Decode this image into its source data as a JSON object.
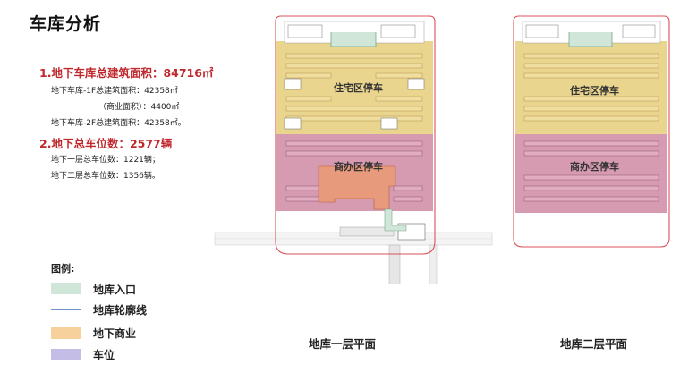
{
  "title": "车库分析",
  "stats": {
    "heading1": "1.地下车库总建筑面积：84716㎡",
    "line1": "地下车库-1F总建筑面积：42358㎡",
    "line2": "（商业面积）：4400㎡",
    "line3": "地下车库-2F总建筑面积：42358㎡。",
    "heading2": "2.地下总车位数：2577辆",
    "line4": "地下一层总车位数：1221辆；",
    "line5": "地下二层总车位数：1356辆。"
  },
  "legend": {
    "title": "图例:",
    "items": [
      {
        "label": "地库入口",
        "color": "#cfe6d9",
        "kind": "fill"
      },
      {
        "label": "地库轮廓线",
        "color": "#6f93c6",
        "kind": "line"
      },
      {
        "label": "地下商业",
        "color": "#f6d19b",
        "kind": "fill"
      },
      {
        "label": "车位",
        "color": "#c4bde6",
        "kind": "fill"
      }
    ]
  },
  "plans": {
    "b1": {
      "title": "地库一层平面",
      "residential_label": "住宅区停车",
      "commercial_label": "商办区停车"
    },
    "b2": {
      "title": "地库二层平面",
      "residential_label": "住宅区停车",
      "commercial_label": "商办区停车"
    }
  },
  "colors": {
    "residential_zone": "#ead58f",
    "commercial_zone": "#d79bb1",
    "commercial_space": "#e89a7c",
    "outline_red": "#d9515a",
    "heading_red": "#c0282d"
  }
}
